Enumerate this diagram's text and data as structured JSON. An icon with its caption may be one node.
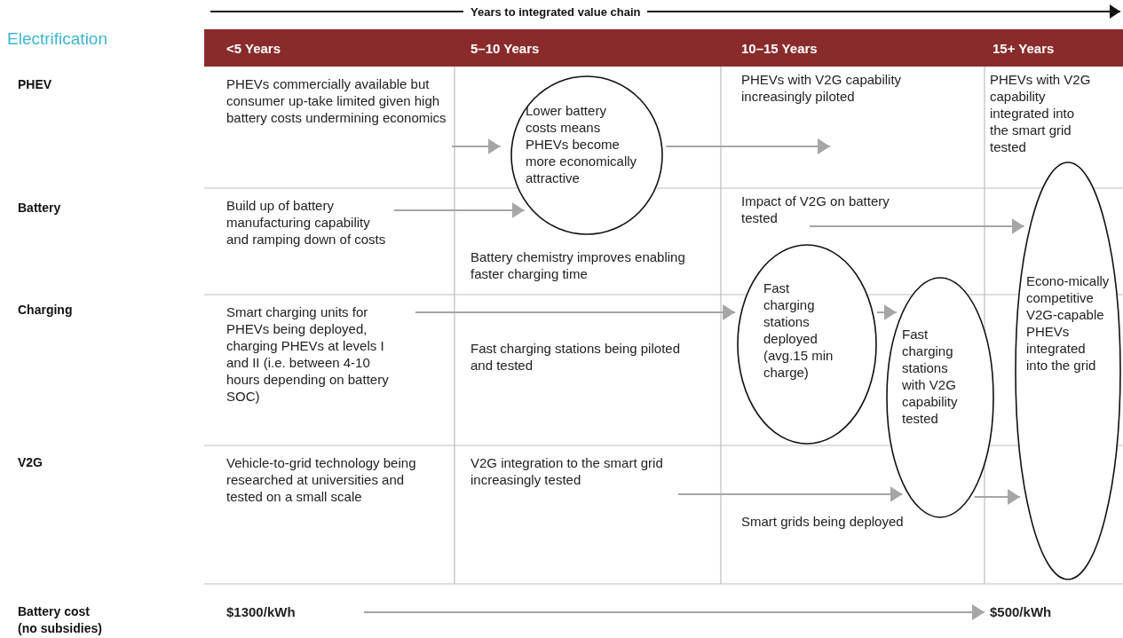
{
  "diagram": {
    "nodes": [
      {
        "text": [
          "PHEVs commercially available but consumer up-take limited given high battery costs undermining economics"
        ]
      },
      {
        "text": [
          "Lower battery costs means PHEVs become more economically attractive"
        ]
      },
      {
        "text": [
          "PHEVs with V2G capability increasingly piloted"
        ]
      },
      {
        "text": [
          "PHEVs with V2G capability integrated into the smart grid tested"
        ]
      },
      {
        "text": [
          "Build up of battery manufacturing capability and ramping down of costs"
        ]
      },
      {
        "text": [
          "Battery chemistry improves enabling faster charging time"
        ]
      },
      {
        "text": [
          "Impact of V2G on battery tested"
        ]
      },
      {
        "text": [
          "Fast charging stations deployed (avg.15 min charge)"
        ]
      },
      {
        "text": [
          "Econo-mically competitive V2G-capable PHEVs integrated into the grid"
        ]
      },
      {
        "text": [
          "Smart charging units for PHEVs being deployed, charging PHEVs at levels I and II (i.e. between 4-10 hours depending on battery SOC)"
        ]
      },
      {
        "text": [
          "Fast charging stations being piloted and tested"
        ]
      },
      {
        "text": [
          "Fast charging stations with V2G capability tested"
        ]
      },
      {
        "text": [
          "Vehicle-to-grid technology being researched at universities and tested on a small scale"
        ]
      },
      {
        "text": [
          "V2G integration to the smart grid increasingly tested"
        ]
      },
      {
        "text": [
          "Smart grids being deployed"
        ]
      },
      {
        "text": [
          "$1300/kWh"
        ]
      },
      {
        "text": [
          "$500/kWh"
        ]
      }
    ],
    "edges": [
      {
        "from": 0,
        "to": 1,
        "arrow": "to"
      },
      {
        "from": 1,
        "to": 2,
        "arrow": "to"
      },
      {
        "from": 4,
        "to": 1,
        "arrow": "to"
      },
      {
        "from": 6,
        "to": 8,
        "arrow": "to"
      },
      {
        "from": 9,
        "to": 7,
        "arrow": "to"
      },
      {
        "from": 7,
        "to": 11,
        "arrow": "to"
      },
      {
        "from": 13,
        "to": 11,
        "arrow": "to"
      },
      {
        "from": 11,
        "to": 8,
        "arrow": "to"
      },
      {
        "from": 15,
        "to": 16,
        "arrow": "to"
      }
    ],
    "labels": [
      "Years to integrated value chain",
      "Electrification",
      "<5 Years",
      "5–10 Years",
      "10–15 Years",
      "15+ Years",
      "PHEV",
      "Battery",
      "Charging",
      "V2G",
      "Battery cost (no subsidies)"
    ]
  }
}
